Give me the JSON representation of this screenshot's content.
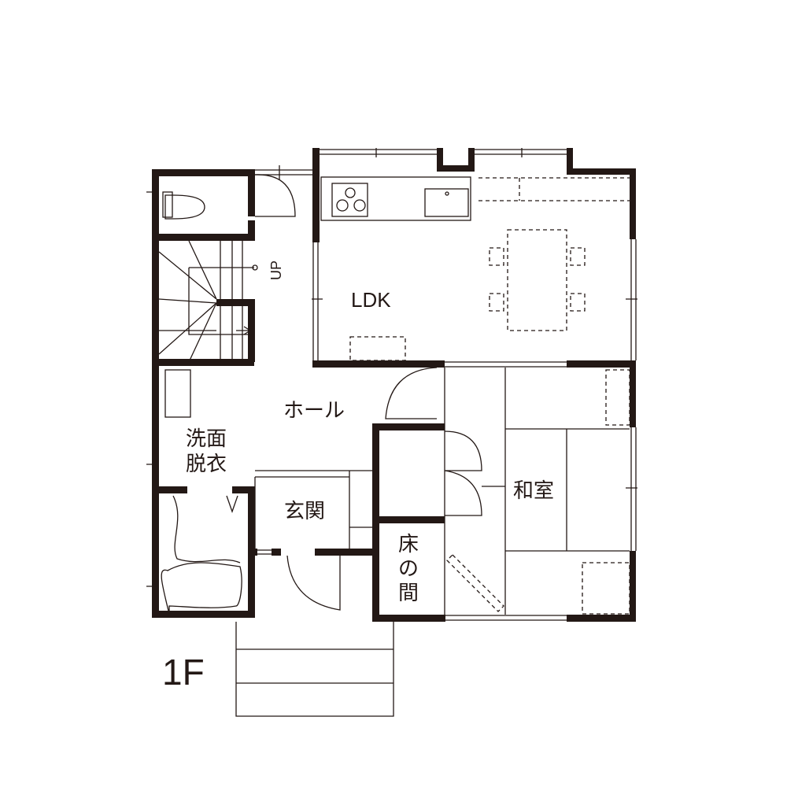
{
  "floor_label": "1F",
  "rooms": {
    "ldk": "LDK",
    "hall": "ホール",
    "washroom_line1": "洗面",
    "washroom_line2": "脱衣",
    "entrance": "玄関",
    "tokonoma_1": "床",
    "tokonoma_2": "の",
    "tokonoma_3": "間",
    "washitsu": "和室"
  },
  "stairs_direction": "UP",
  "colors": {
    "wall": "#231815",
    "background": "#ffffff"
  }
}
